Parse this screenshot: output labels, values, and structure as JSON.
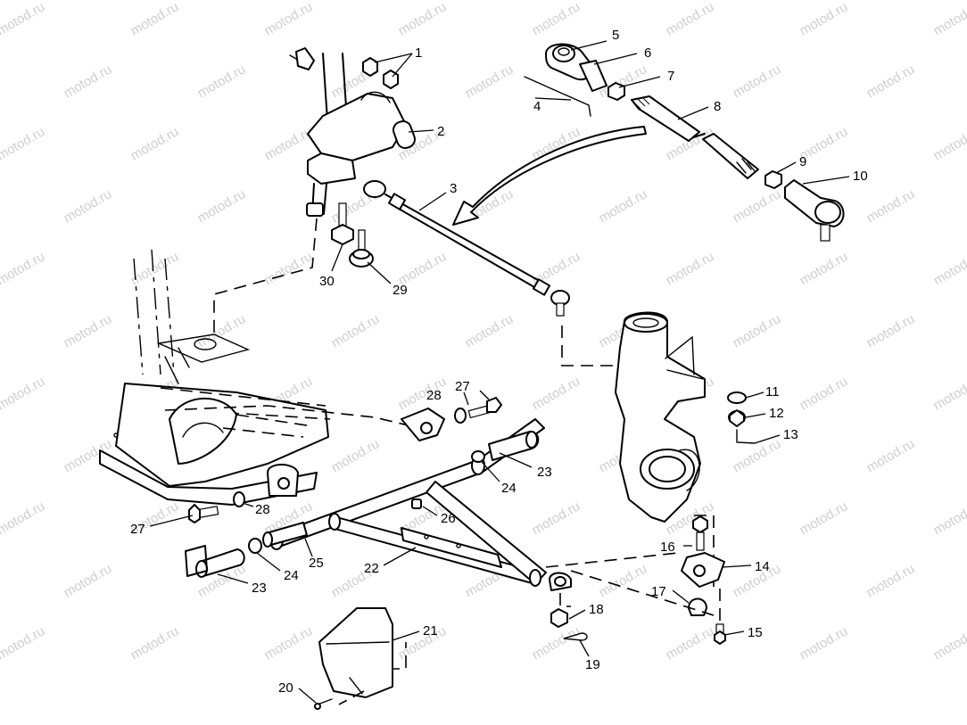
{
  "watermark": {
    "text": "motod.ru",
    "color": "#cfcfcf"
  },
  "callouts": [
    {
      "id": "c1",
      "label": "1"
    },
    {
      "id": "c2",
      "label": "2"
    },
    {
      "id": "c3",
      "label": "3"
    },
    {
      "id": "c4",
      "label": "4"
    },
    {
      "id": "c5",
      "label": "5"
    },
    {
      "id": "c6",
      "label": "6"
    },
    {
      "id": "c7",
      "label": "7"
    },
    {
      "id": "c8",
      "label": "8"
    },
    {
      "id": "c9",
      "label": "9"
    },
    {
      "id": "c10",
      "label": "10"
    },
    {
      "id": "c11",
      "label": "11"
    },
    {
      "id": "c12",
      "label": "12"
    },
    {
      "id": "c13",
      "label": "13"
    },
    {
      "id": "c14",
      "label": "14"
    },
    {
      "id": "c15",
      "label": "15"
    },
    {
      "id": "c16",
      "label": "16"
    },
    {
      "id": "c17",
      "label": "17"
    },
    {
      "id": "c18",
      "label": "18"
    },
    {
      "id": "c19",
      "label": "19"
    },
    {
      "id": "c20",
      "label": "20"
    },
    {
      "id": "c21",
      "label": "21"
    },
    {
      "id": "c22",
      "label": "22"
    },
    {
      "id": "c23a",
      "label": "23"
    },
    {
      "id": "c23b",
      "label": "23"
    },
    {
      "id": "c24a",
      "label": "24"
    },
    {
      "id": "c24b",
      "label": "24"
    },
    {
      "id": "c25",
      "label": "25"
    },
    {
      "id": "c26",
      "label": "26"
    },
    {
      "id": "c27a",
      "label": "27"
    },
    {
      "id": "c27b",
      "label": "27"
    },
    {
      "id": "c28a",
      "label": "28"
    },
    {
      "id": "c28b",
      "label": "28"
    },
    {
      "id": "c29",
      "label": "29"
    },
    {
      "id": "c30",
      "label": "30"
    }
  ]
}
